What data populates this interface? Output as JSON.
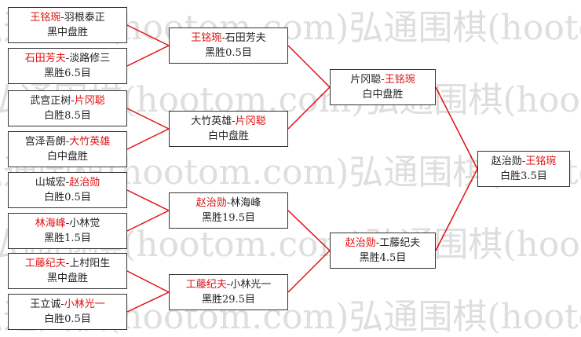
{
  "watermark": {
    "text": "弘通围棋(hootom.com)弘通围棋(hootom.com)弘通"
  },
  "colors": {
    "winner": "#e01010",
    "line": "#e01010",
    "text": "#222222",
    "border": "#333333"
  },
  "round1": [
    {
      "winner": "王铭琬",
      "sep": "-",
      "loser": "羽根泰正",
      "winner_first": true,
      "result": "黑中盘胜"
    },
    {
      "winner": "石田芳夫",
      "sep": "-",
      "loser": "淡路修三",
      "winner_first": true,
      "result": "黑胜6.5目"
    },
    {
      "winner": "片冈聪",
      "sep": "-",
      "loser": "武宫正树",
      "winner_first": false,
      "result": "白胜8.5目"
    },
    {
      "winner": "大竹英雄",
      "sep": "-",
      "loser": "宫泽吾朗",
      "winner_first": false,
      "result": "白中盘胜"
    },
    {
      "winner": "赵治勋",
      "sep": "-",
      "loser": "山城宏",
      "winner_first": false,
      "result": "白胜0.5目"
    },
    {
      "winner": "林海峰",
      "sep": "-",
      "loser": "小林觉",
      "winner_first": true,
      "result": "黑胜1.5目"
    },
    {
      "winner": "工藤纪夫",
      "sep": "-",
      "loser": "上村阳生",
      "winner_first": true,
      "result": "黑中盘胜"
    },
    {
      "winner": "小林光一",
      "sep": "-",
      "loser": "王立诚",
      "winner_first": false,
      "result": "白胜0.5目"
    }
  ],
  "round2": [
    {
      "winner": "王铭琬",
      "sep": "-",
      "loser": "石田芳夫",
      "winner_first": true,
      "result": "黑胜0.5目"
    },
    {
      "winner": "片冈聪",
      "sep": "-",
      "loser": "大竹英雄",
      "winner_first": false,
      "result": "白中盘胜"
    },
    {
      "winner": "赵治勋",
      "sep": "-",
      "loser": "林海峰",
      "winner_first": true,
      "result": "黑胜19.5目"
    },
    {
      "winner": "工藤纪夫",
      "sep": "-",
      "loser": "小林光一",
      "winner_first": true,
      "result": "黑胜29.5目"
    }
  ],
  "round3": [
    {
      "winner": "王铭琬",
      "sep": "-",
      "loser": "片冈聪",
      "winner_first": false,
      "result": "白中盘胜"
    },
    {
      "winner": "赵治勋",
      "sep": "-",
      "loser": "工藤纪夫",
      "winner_first": true,
      "result": "黑胜4.5目"
    }
  ],
  "final": [
    {
      "winner": "王铭琬",
      "sep": "-",
      "loser": "赵治勋",
      "winner_first": false,
      "result": "白胜3.5目"
    }
  ]
}
